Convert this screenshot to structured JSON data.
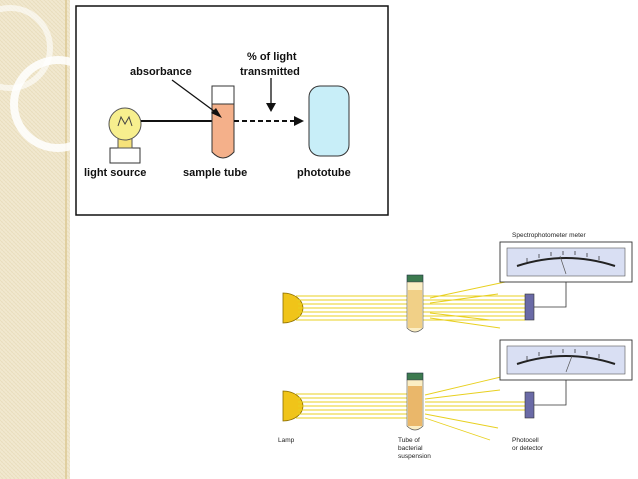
{
  "theme": {
    "sidebar_color": "#f1e8cf",
    "accent_line": "#e4d3a6",
    "ray_color": "#e8d020",
    "lamp_color": "#f0c419",
    "phototube_color": "#c8eef8",
    "sample_color": "#f4b08a",
    "meter_color": "#d9dff3",
    "detector_color": "#6a6aa6"
  },
  "top_diagram": {
    "label_absorbance": "absorbance",
    "label_transmitted_line1": "% of light",
    "label_transmitted_line2": "transmitted",
    "label_light_source": "light source",
    "label_sample_tube": "sample tube",
    "label_phototube": "phototube"
  },
  "bottom_diagram": {
    "label_meter": "Spectrophotometer meter",
    "label_lamp": "Lamp",
    "label_tube_line1": "Tube of",
    "label_tube_line2": "bacterial",
    "label_tube_line3": "suspension",
    "label_detector_line1": "Photocell",
    "label_detector_line2": "or detector"
  }
}
